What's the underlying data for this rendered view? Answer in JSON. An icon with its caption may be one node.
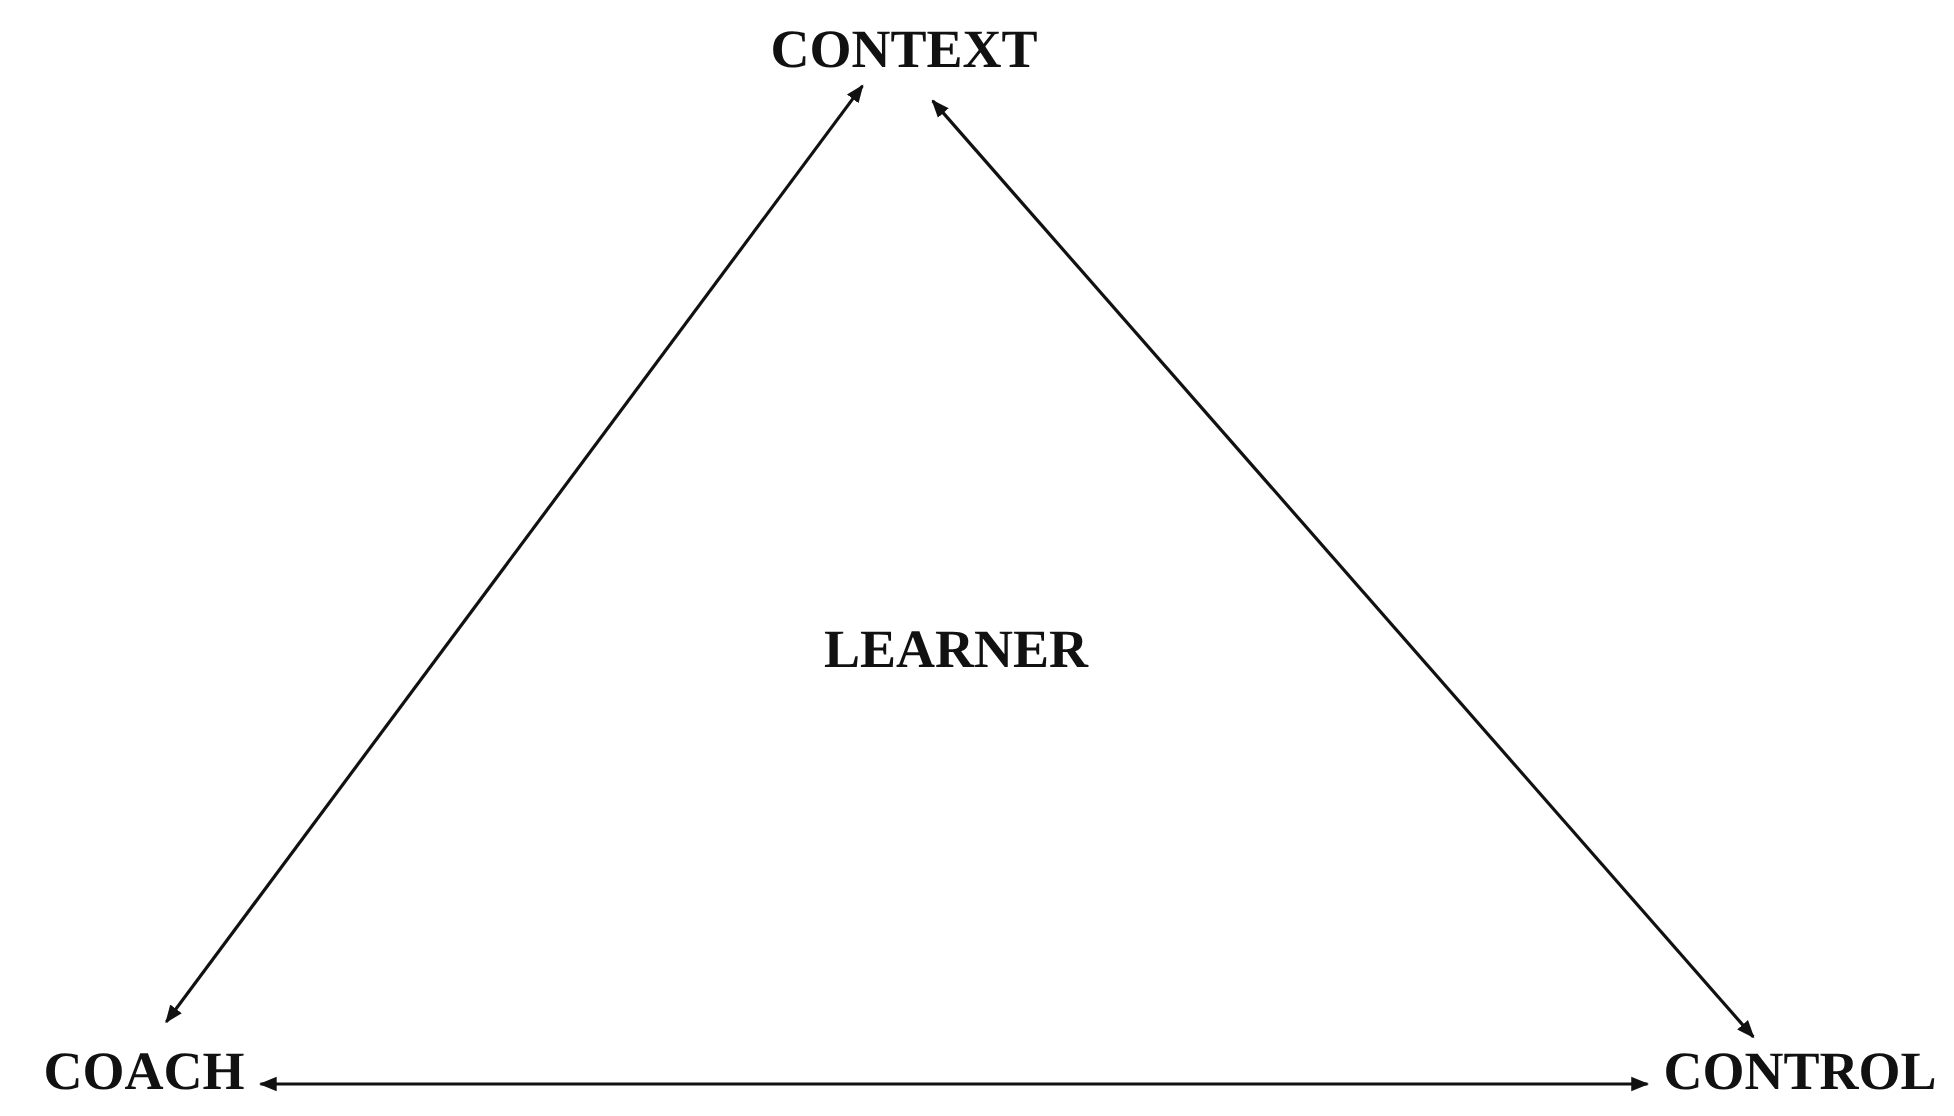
{
  "diagram": {
    "nodes": [
      {
        "text": [
          "CONTEXT"
        ]
      },
      {
        "text": [
          "COACH"
        ]
      },
      {
        "text": [
          "CONTROL"
        ]
      }
    ],
    "edges": [
      {
        "from": 0,
        "to": 1,
        "arrow": "both"
      },
      {
        "from": 0,
        "to": 2,
        "arrow": "both"
      },
      {
        "from": 1,
        "to": 2,
        "arrow": "both"
      }
    ],
    "labels": [
      "LEARNER"
    ]
  }
}
